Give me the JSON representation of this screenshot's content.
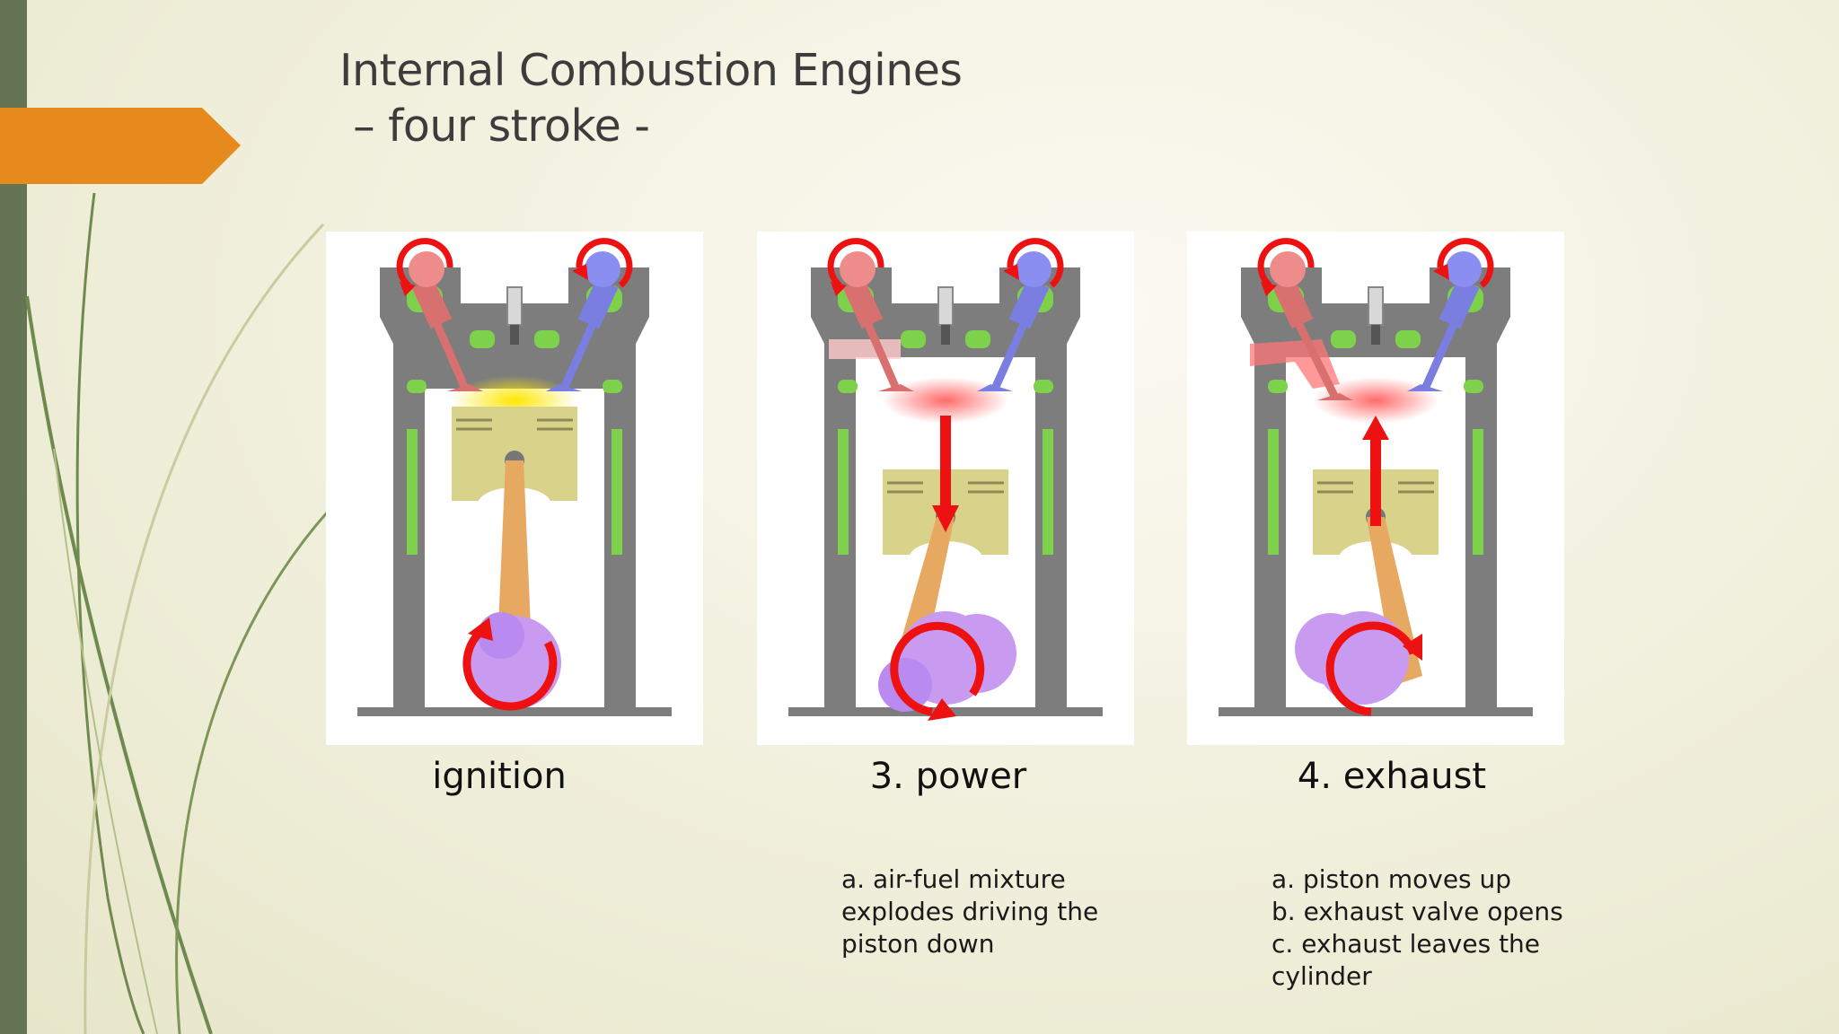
{
  "slide": {
    "title_line1": "Internal Combustion Engines",
    "title_line2": " – four stroke -"
  },
  "strokes": [
    {
      "label": "ignition",
      "description": []
    },
    {
      "label": "3. power",
      "description": [
        "a. air-fuel mixture",
        "explodes driving the",
        "piston down"
      ]
    },
    {
      "label": "4. exhaust",
      "description": [
        "a. piston moves up",
        "b. exhaust valve opens",
        "c. exhaust leaves the",
        "cylinder"
      ]
    }
  ],
  "colors": {
    "accent_tab": "#e68a1e",
    "left_bar": "#657454",
    "engine_block": "#7d7d7d",
    "coolant": "#7ed14a",
    "piston": "#d9d28a",
    "crank": "#c89af0",
    "arrow": "#ee1111",
    "intake_valve": "#d97070",
    "exhaust_valve": "#7a7ee0"
  }
}
